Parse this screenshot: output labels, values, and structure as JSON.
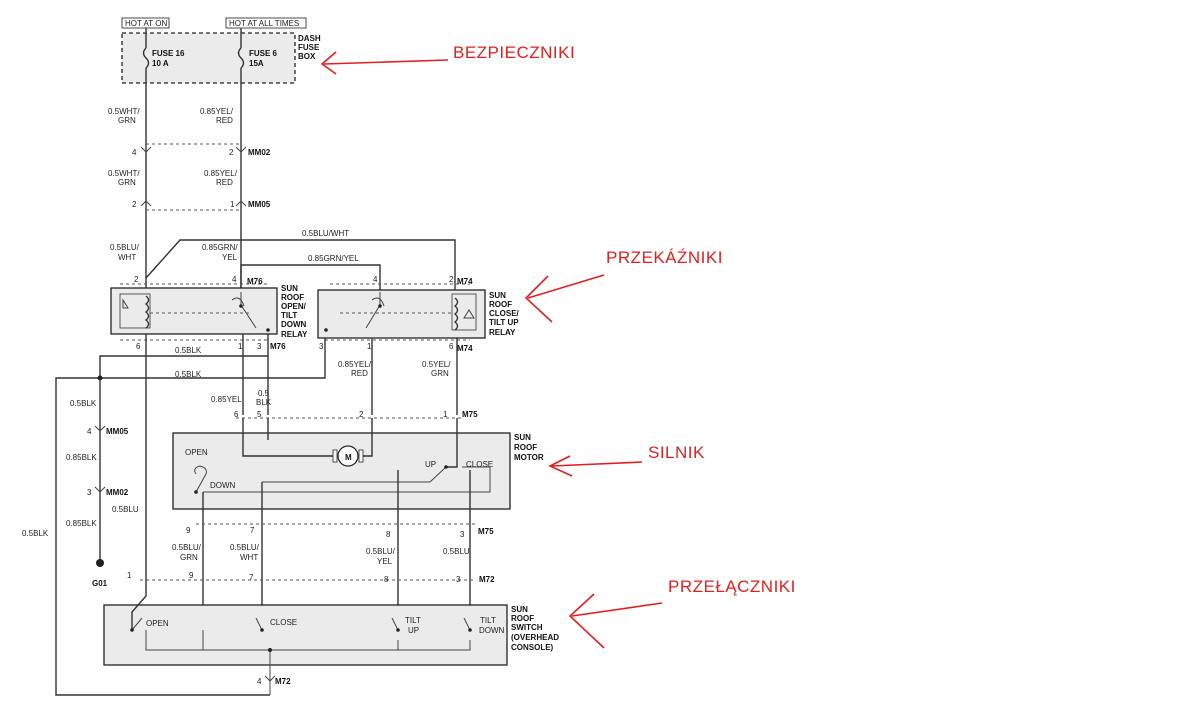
{
  "header": {
    "hot_at_on": "HOT AT ON",
    "hot_at_all_times": "HOT AT ALL TIMES"
  },
  "fuse_box": {
    "fuse16": "FUSE 16",
    "fuse16_amp": "10 A",
    "fuse6": "FUSE 6",
    "fuse6_amp": "15A",
    "label": [
      "DASH",
      "FUSE",
      "BOX"
    ]
  },
  "wires": {
    "w1a": [
      "0.5WHT/",
      "GRN"
    ],
    "w1b": [
      "0.85YEL/",
      "RED"
    ],
    "w2a": [
      "0.5WHT/",
      "GRN"
    ],
    "w2b": [
      "0.85YEL/",
      "RED"
    ],
    "w3a": [
      "0.5BLU/",
      "WHT"
    ],
    "w3b": [
      "0.85GRN/",
      "YEL"
    ],
    "top_blu": "0.5BLU/WHT",
    "top_grn": "0.85GRN/YEL",
    "blk1": "0.5BLK",
    "blk2": "0.5BLK",
    "blk_left1": "0.5BLK",
    "blk_left2": "0.85BLK",
    "blk_left3": "0.85BLK",
    "blk_far": "0.5BLK",
    "blu_mid": "0.5BLU",
    "yel_red": [
      "0.85YEL/",
      "RED"
    ],
    "blu_grn": [
      "0.5YEL/",
      "GRN"
    ],
    "yel_085": "0.85YEL",
    "blk_05": [
      "0.5",
      "BLK"
    ],
    "sw1": [
      "0.5BLU/",
      "GRN"
    ],
    "sw2": [
      "0.5BLU/",
      "WHT"
    ],
    "sw3": [
      "0.5BLU/",
      "YEL"
    ],
    "sw4": "0.5BLU"
  },
  "connectors": {
    "mm02": "MM02",
    "mm05": "MM05",
    "m76": "M76",
    "m74": "M74",
    "m75": "M75",
    "m72": "M72",
    "g01": "G01"
  },
  "pins": {
    "p4": "4",
    "p2": "2",
    "p1": "1",
    "p3": "3",
    "p5": "5",
    "p6": "6",
    "p7": "7",
    "p8": "8",
    "p9": "9"
  },
  "relay_open": [
    "SUN",
    "ROOF",
    "OPEN/",
    "TILT",
    "DOWN",
    "RELAY"
  ],
  "relay_close": [
    "SUN",
    "ROOF",
    "CLOSE/",
    "TILT UP",
    "RELAY"
  ],
  "motor": {
    "label": [
      "SUN",
      "ROOF",
      "MOTOR"
    ],
    "open": "OPEN",
    "down": "DOWN",
    "up": "UP",
    "close": "CLOSE",
    "m": "M"
  },
  "switch": {
    "label": [
      "SUN",
      "ROOF",
      "SWITCH",
      "(OVERHEAD",
      "CONSOLE)"
    ],
    "open": "OPEN",
    "close": "CLOSE",
    "tilt_up": [
      "TILT",
      "UP"
    ],
    "tilt_down": [
      "TILT",
      "DOWN"
    ]
  },
  "annotations": {
    "fuses": "BEZPIECZNIKI",
    "relays": "PRZEKÁŹNIKI",
    "motor": "SILNIK",
    "switches": "PRZEŁĄCZNIKI"
  },
  "colors": {
    "annotation": "#e02020",
    "box_fill": "#ebebeb"
  }
}
